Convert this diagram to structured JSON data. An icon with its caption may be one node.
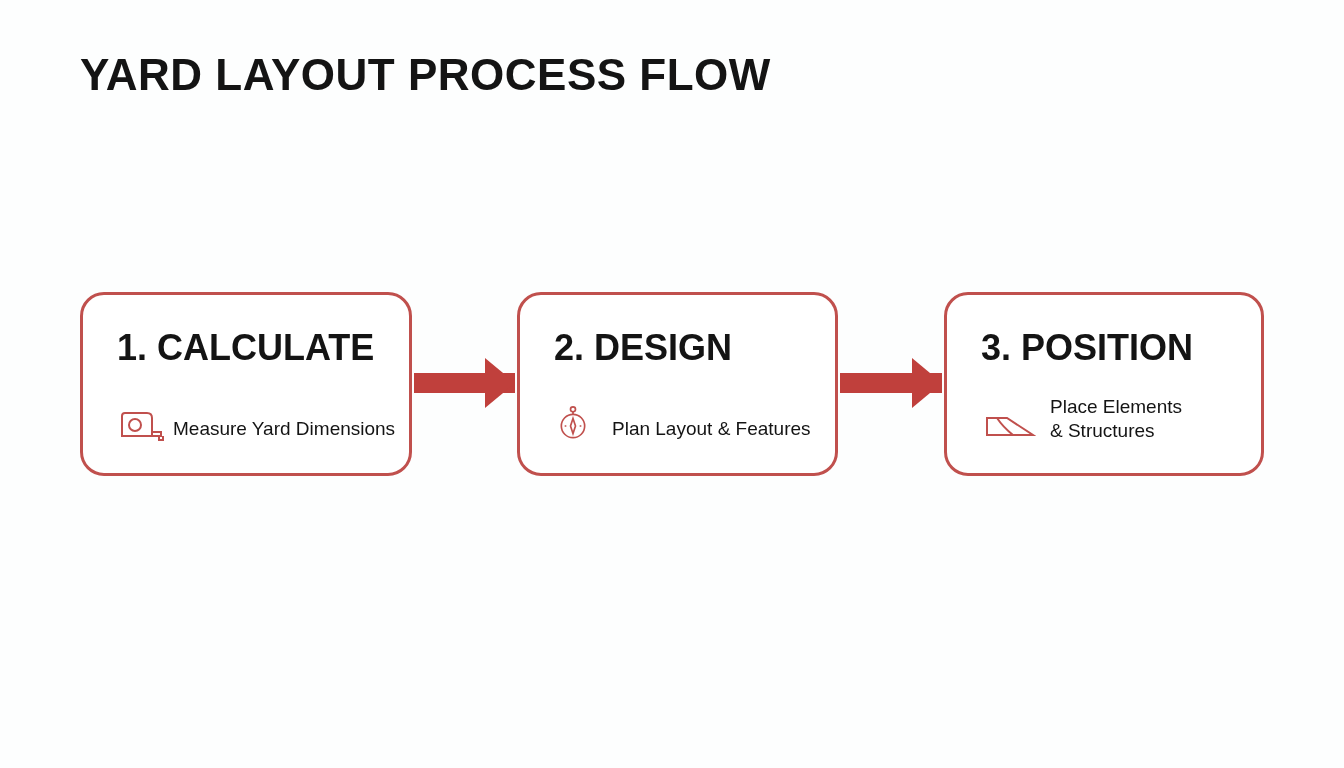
{
  "diagram": {
    "title": "YARD LAYOUT PROCESS FLOW",
    "nodes": [
      {
        "text": [
          "1. CALCULATE",
          "Measure Yard Dimensions"
        ]
      },
      {
        "text": [
          "2. DESIGN",
          "Plan Layout & Features"
        ]
      },
      {
        "text": [
          "3. POSITION",
          "Place Elements & Structures"
        ]
      }
    ],
    "edges": [
      {
        "from": 0,
        "to": 1,
        "arrow": "to"
      },
      {
        "from": 1,
        "to": 2,
        "arrow": "to"
      }
    ]
  }
}
